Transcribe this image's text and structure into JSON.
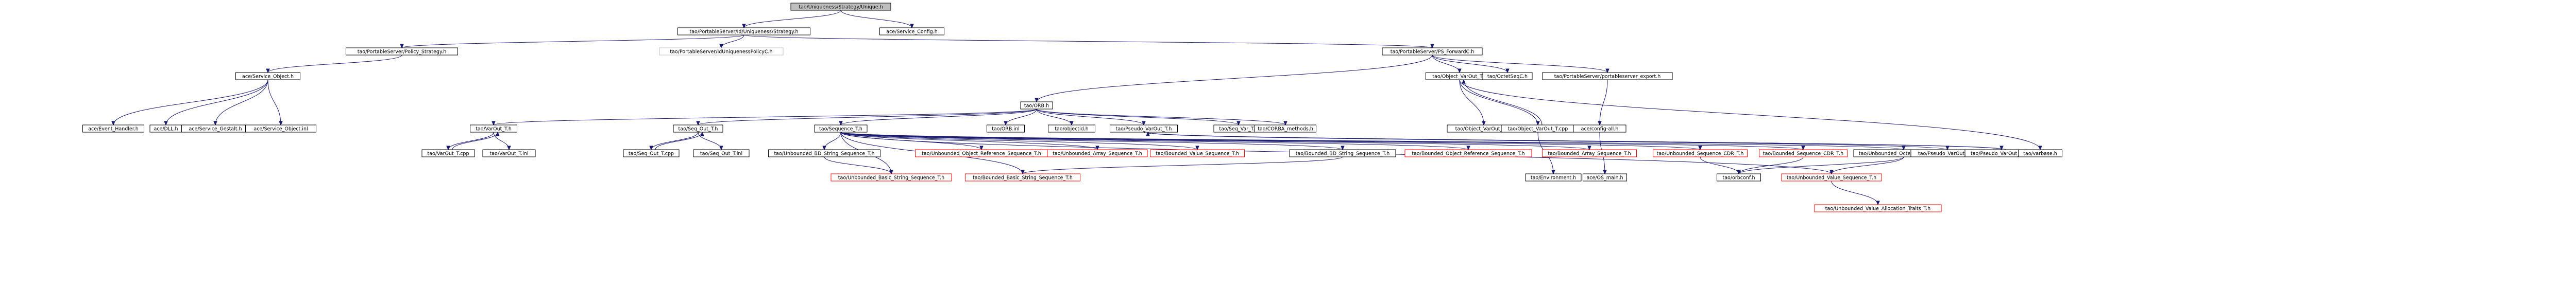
{
  "colors": {
    "edge": "#191970",
    "node_border": "#000000",
    "node_fill": "#ffffff",
    "root_fill": "#bfbfbf",
    "missing_border": "#ff0000",
    "text": "#000000"
  },
  "nodes": [
    {
      "id": "root",
      "label": "tao/Uniqueness/Strategy/Unique.h",
      "style": "root"
    },
    {
      "id": "ps_unique",
      "label": "tao/PortableServer/Id/Uniqueness/Strategy.h",
      "style": "normal"
    },
    {
      "id": "svc_config",
      "label": "ace/Service_Config.h",
      "style": "normal"
    },
    {
      "id": "policy_strategy",
      "label": "tao/PortableServer/Policy_Strategy.h",
      "style": "normal"
    },
    {
      "id": "uniq_policyc",
      "label": "tao/PortableServer/IdUniquenessPolicyC.h",
      "style": "plain"
    },
    {
      "id": "ps_forward",
      "label": "tao/PortableServer/PS_ForwardC.h",
      "style": "normal"
    },
    {
      "id": "svc_object",
      "label": "ace/Service_Object.h",
      "style": "normal"
    },
    {
      "id": "orb",
      "label": "tao/ORB.h",
      "style": "normal"
    },
    {
      "id": "object_varout",
      "label": "tao/Object_VarOut_T.h",
      "style": "normal"
    },
    {
      "id": "octetseqc",
      "label": "tao/OctetSeqC.h",
      "style": "normal"
    },
    {
      "id": "ps_export",
      "label": "tao/PortableServer/portableserver_export.h",
      "style": "normal"
    },
    {
      "id": "event_handler",
      "label": "ace/Event_Handler.h",
      "style": "normal"
    },
    {
      "id": "dll",
      "label": "ace/DLL.h",
      "style": "normal"
    },
    {
      "id": "svc_gestalt",
      "label": "ace/Service_Gestalt.h",
      "style": "normal"
    },
    {
      "id": "svc_object_inl",
      "label": "ace/Service_Object.inl",
      "style": "normal"
    },
    {
      "id": "varout",
      "label": "tao/VarOut_T.h",
      "style": "normal"
    },
    {
      "id": "seq_out",
      "label": "tao/Seq_Out_T.h",
      "style": "normal"
    },
    {
      "id": "sequence_t",
      "label": "tao/Sequence_T.h",
      "style": "normal"
    },
    {
      "id": "orb_inl",
      "label": "tao/ORB.inl",
      "style": "normal"
    },
    {
      "id": "objectid",
      "label": "tao/objectid.h",
      "style": "normal"
    },
    {
      "id": "pseudo_varout",
      "label": "tao/Pseudo_VarOut_T.h",
      "style": "normal"
    },
    {
      "id": "seq_var",
      "label": "tao/Seq_Var_T.h",
      "style": "normal"
    },
    {
      "id": "corba_methods",
      "label": "tao/CORBA_methods.h",
      "style": "normal"
    },
    {
      "id": "object_varout_inl",
      "label": "tao/Object_VarOut_T.inl",
      "style": "normal"
    },
    {
      "id": "object_varout_cpp",
      "label": "tao/Object_VarOut_T.cpp",
      "style": "normal"
    },
    {
      "id": "config_all",
      "label": "ace/config-all.h",
      "style": "normal"
    },
    {
      "id": "varout_cpp",
      "label": "tao/VarOut_T.cpp",
      "style": "normal"
    },
    {
      "id": "varout_inl",
      "label": "tao/VarOut_T.inl",
      "style": "normal"
    },
    {
      "id": "seq_out_cpp",
      "label": "tao/Seq_Out_T.cpp",
      "style": "normal"
    },
    {
      "id": "seq_out_inl",
      "label": "tao/Seq_Out_T.inl",
      "style": "normal"
    },
    {
      "id": "ubd_bd_string",
      "label": "tao/Unbounded_BD_String_Sequence_T.h",
      "style": "normal"
    },
    {
      "id": "ubd_objref",
      "label": "tao/Unbounded_Object_Reference_Sequence_T.h",
      "style": "missing"
    },
    {
      "id": "ubd_array",
      "label": "tao/Unbounded_Array_Sequence_T.h",
      "style": "missing"
    },
    {
      "id": "bd_value",
      "label": "tao/Bounded_Value_Sequence_T.h",
      "style": "missing"
    },
    {
      "id": "bd_bd_string",
      "label": "tao/Bounded_BD_String_Sequence_T.h",
      "style": "normal"
    },
    {
      "id": "bd_objref",
      "label": "tao/Bounded_Object_Reference_Sequence_T.h",
      "style": "missing"
    },
    {
      "id": "bd_array",
      "label": "tao/Bounded_Array_Sequence_T.h",
      "style": "missing"
    },
    {
      "id": "ubd_cdr",
      "label": "tao/Unbounded_Sequence_CDR_T.h",
      "style": "missing"
    },
    {
      "id": "bd_cdr",
      "label": "tao/Bounded_Sequence_CDR_T.h",
      "style": "missing"
    },
    {
      "id": "ubd_octet",
      "label": "tao/Unbounded_Octet_Sequence_T.h",
      "style": "normal"
    },
    {
      "id": "pseudo_varout_inl",
      "label": "tao/Pseudo_VarOut_T.inl",
      "style": "normal"
    },
    {
      "id": "pseudo_varout_cpp",
      "label": "tao/Pseudo_VarOut_T.cpp",
      "style": "normal"
    },
    {
      "id": "varbase",
      "label": "tao/varbase.h",
      "style": "normal"
    },
    {
      "id": "environment",
      "label": "tao/Environment.h",
      "style": "normal"
    },
    {
      "id": "os_main",
      "label": "ace/OS_main.h",
      "style": "normal"
    },
    {
      "id": "ubd_basic_string",
      "label": "tao/Unbounded_Basic_String_Sequence_T.h",
      "style": "missing"
    },
    {
      "id": "bd_basic_string",
      "label": "tao/Bounded_Basic_String_Sequence_T.h",
      "style": "missing"
    },
    {
      "id": "orbconf",
      "label": "tao/orbconf.h",
      "style": "normal"
    },
    {
      "id": "ubd_value",
      "label": "tao/Unbounded_Value_Sequence_T.h",
      "style": "missing"
    },
    {
      "id": "ubd_value_alloc",
      "label": "tao/Unbounded_Value_Allocation_Traits_T.h",
      "style": "missing"
    }
  ],
  "edges": [
    [
      "root",
      "ps_unique"
    ],
    [
      "root",
      "svc_config"
    ],
    [
      "ps_unique",
      "policy_strategy"
    ],
    [
      "ps_unique",
      "uniq_policyc"
    ],
    [
      "ps_unique",
      "ps_forward"
    ],
    [
      "policy_strategy",
      "svc_object"
    ],
    [
      "svc_object",
      "event_handler"
    ],
    [
      "svc_object",
      "dll"
    ],
    [
      "svc_object",
      "svc_gestalt"
    ],
    [
      "svc_object",
      "svc_object_inl"
    ],
    [
      "ps_forward",
      "orb"
    ],
    [
      "ps_forward",
      "object_varout"
    ],
    [
      "ps_forward",
      "octetseqc"
    ],
    [
      "ps_forward",
      "ps_export"
    ],
    [
      "orb",
      "varout"
    ],
    [
      "orb",
      "seq_out"
    ],
    [
      "orb",
      "sequence_t"
    ],
    [
      "orb",
      "orb_inl"
    ],
    [
      "orb",
      "objectid"
    ],
    [
      "orb",
      "pseudo_varout"
    ],
    [
      "orb",
      "seq_var"
    ],
    [
      "orb",
      "corba_methods"
    ],
    [
      "varout",
      "varout_cpp"
    ],
    [
      "varout",
      "varout_inl"
    ],
    [
      "varout_cpp",
      "varout"
    ],
    [
      "seq_out",
      "seq_out_cpp"
    ],
    [
      "seq_out",
      "seq_out_inl"
    ],
    [
      "seq_out_cpp",
      "seq_out"
    ],
    [
      "sequence_t",
      "ubd_bd_string"
    ],
    [
      "sequence_t",
      "ubd_objref"
    ],
    [
      "sequence_t",
      "ubd_array"
    ],
    [
      "sequence_t",
      "bd_value"
    ],
    [
      "sequence_t",
      "bd_bd_string"
    ],
    [
      "sequence_t",
      "bd_objref"
    ],
    [
      "sequence_t",
      "bd_array"
    ],
    [
      "sequence_t",
      "ubd_cdr"
    ],
    [
      "sequence_t",
      "bd_cdr"
    ],
    [
      "sequence_t",
      "ubd_octet"
    ],
    [
      "sequence_t",
      "ubd_basic_string"
    ],
    [
      "sequence_t",
      "bd_basic_string"
    ],
    [
      "sequence_t",
      "ubd_value"
    ],
    [
      "ubd_bd_string",
      "ubd_basic_string"
    ],
    [
      "bd_bd_string",
      "bd_basic_string"
    ],
    [
      "ubd_cdr",
      "orbconf"
    ],
    [
      "bd_cdr",
      "orbconf"
    ],
    [
      "ubd_octet",
      "orbconf"
    ],
    [
      "ubd_octet",
      "ubd_value"
    ],
    [
      "ubd_value",
      "ubd_value_alloc"
    ],
    [
      "pseudo_varout",
      "pseudo_varout_inl"
    ],
    [
      "pseudo_varout",
      "pseudo_varout_cpp"
    ],
    [
      "pseudo_varout_cpp",
      "pseudo_varout"
    ],
    [
      "object_varout",
      "varbase"
    ],
    [
      "object_varout",
      "object_varout_inl"
    ],
    [
      "object_varout",
      "object_varout_cpp"
    ],
    [
      "object_varout_cpp",
      "object_varout"
    ],
    [
      "object_varout_cpp",
      "environment"
    ],
    [
      "ps_export",
      "config_all"
    ],
    [
      "config_all",
      "os_main"
    ]
  ]
}
